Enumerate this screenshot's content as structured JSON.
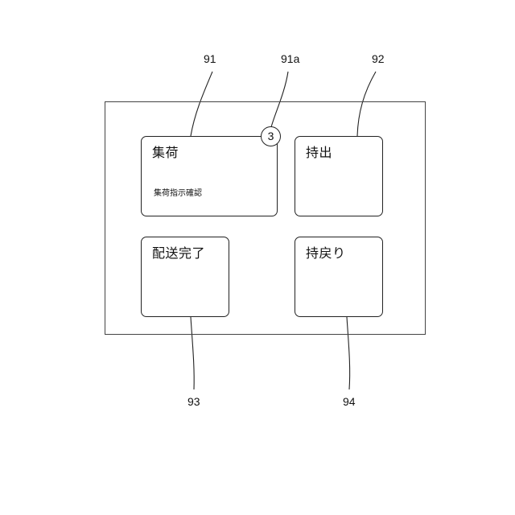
{
  "reference_labels": {
    "tile_collection": "91",
    "badge": "91a",
    "tile_carry_out": "92",
    "tile_delivery_complete": "93",
    "tile_return": "94"
  },
  "tiles": {
    "collection": {
      "label": "集荷",
      "sublabel": "集荷指示確認",
      "badge_count": "3"
    },
    "carry_out": {
      "label": "持出"
    },
    "delivery_complete": {
      "label": "配送完了"
    },
    "return": {
      "label": "持戻り"
    }
  }
}
